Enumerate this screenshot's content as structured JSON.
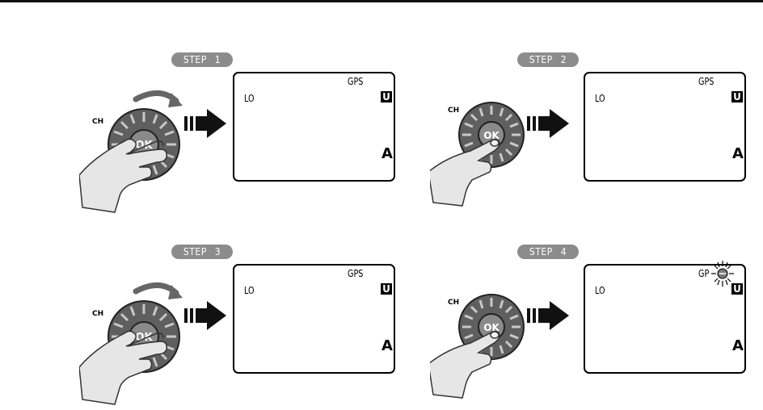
{
  "steps": [
    {
      "badge_word": "STEP",
      "badge_number": "1",
      "action": "rotate",
      "lcd": {
        "gps": "GPS",
        "lo": "LO",
        "u": "U",
        "a": "A"
      },
      "gps_blinking": false
    },
    {
      "badge_word": "STEP",
      "badge_number": "2",
      "action": "press",
      "lcd": {
        "gps": "GPS",
        "lo": "LO",
        "u": "U",
        "a": "A"
      },
      "gps_blinking": false
    },
    {
      "badge_word": "STEP",
      "badge_number": "3",
      "action": "rotate",
      "lcd": {
        "gps": "GPS",
        "lo": "LO",
        "u": "U",
        "a": "A"
      },
      "gps_blinking": false
    },
    {
      "badge_word": "STEP",
      "badge_number": "4",
      "action": "press",
      "lcd": {
        "gps": "GP",
        "lo": "LO",
        "u": "U",
        "a": "A"
      },
      "gps_blinking": true
    }
  ],
  "knob": {
    "ch_label": "CH",
    "ok_label": "OK"
  },
  "colors": {
    "badge": "#8c8c8c",
    "knob_outer": "#5f5f5f",
    "knob_inner": "#8a8a8a",
    "arrow": "#111111"
  }
}
